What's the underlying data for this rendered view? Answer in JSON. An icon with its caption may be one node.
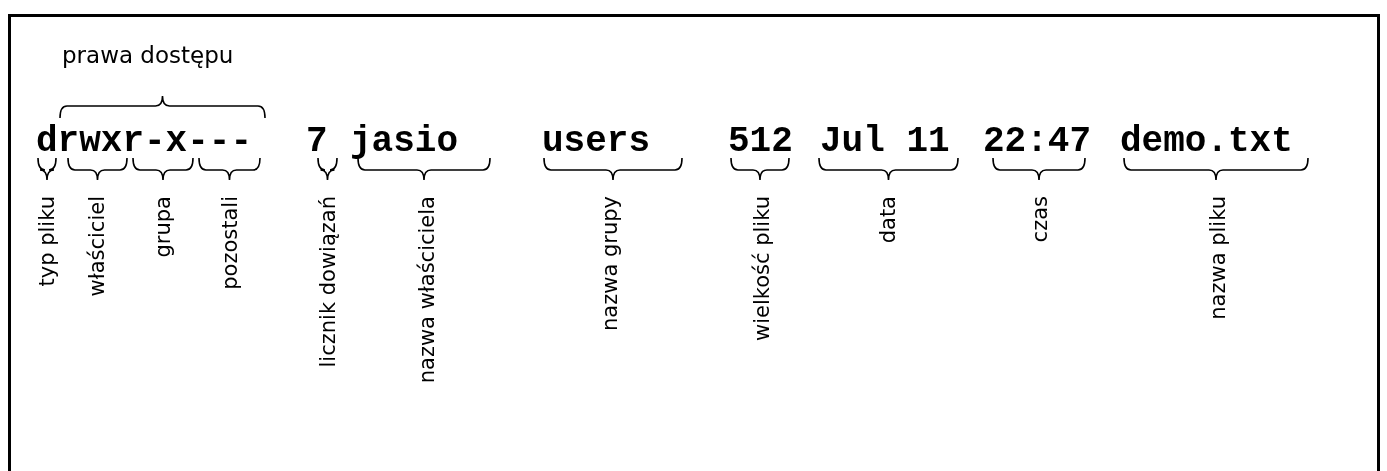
{
  "diagram": {
    "labels": [
      "prawa dostępu",
      "drwxr-x---",
      "7",
      "jasio",
      "users",
      "512",
      "Jul 11",
      "22:47",
      "demo.txt",
      "typ pliku",
      "właściciel",
      "grupa",
      "pozostali",
      "licznik dowiązań",
      "nazwa właściciela",
      "nazwa grupy",
      "wielkość pliku",
      "data",
      "czas",
      "nazwa pliku"
    ]
  }
}
